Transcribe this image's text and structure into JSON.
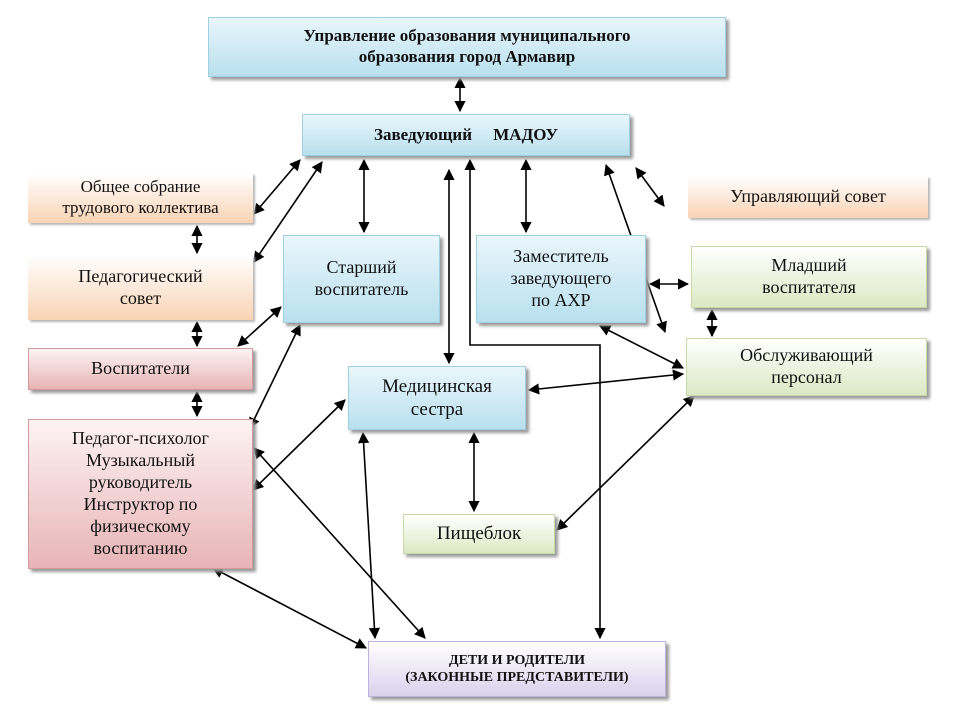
{
  "nodes": {
    "uo": "Управление образования муниципального\nобразования город Армавир",
    "head": "Заведующий     МАДОУ",
    "general_meeting": "Общее собрание\nтрудового коллектива",
    "governing_council": "Управляющий совет",
    "ped_council": "Педагогический\nсовет",
    "senior_educator": "Старший\nвоспитатель",
    "deputy": "Заместитель\nзаведующего\nпо АХР",
    "junior_educators": "Младший\nвоспитателя",
    "educators": "Воспитатели",
    "service_staff": "Обслуживающий\nперсонал",
    "nurse": "Медицинская\nсестра",
    "specialists": "Педагог-психолог\nМузыкальный\nруководитель\nИнструктор по\nфизическому\nвоспитанию",
    "kitchen": "Пищеблок",
    "children_parents": "ДЕТИ  И РОДИТЕЛИ\n(ЗАКОННЫЕ ПРЕДСТАВИТЕЛИ)"
  },
  "colors": {
    "blue": "#b9e0ee",
    "orange": "#f9d3b4",
    "pink": "#e8b4b6",
    "green": "#dbe9c4",
    "purple": "#d9d2ec",
    "arrow": "#000000"
  }
}
